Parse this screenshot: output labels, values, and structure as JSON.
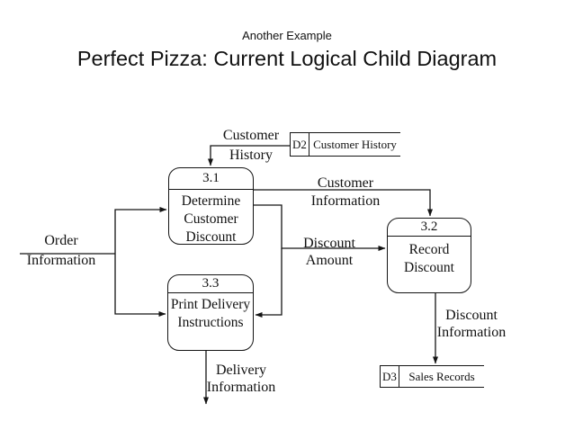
{
  "header": {
    "subtitle": "Another Example",
    "title": "Perfect Pizza: Current Logical Child Diagram"
  },
  "diagram": {
    "colors": {
      "line": "#141414",
      "text": "#111111",
      "background": "#ffffff"
    },
    "processes": [
      {
        "number": "3.1",
        "name_lines": [
          "Determine",
          "Customer",
          "Discount"
        ]
      },
      {
        "number": "3.2",
        "name_lines": [
          "Record",
          "Discount"
        ]
      },
      {
        "number": "3.3",
        "name_lines": [
          "Print",
          "Delivery",
          "Instructions"
        ]
      }
    ],
    "data_stores": [
      {
        "id": "D2",
        "label": "Customer History"
      },
      {
        "id": "D3",
        "label": "Sales Records"
      }
    ],
    "flows": [
      {
        "label_lines": [
          "Customer",
          "History"
        ],
        "from": "D2 Customer History",
        "to": "3.1 Determine Customer Discount"
      },
      {
        "label_lines": [
          "Order",
          "Information"
        ],
        "from": "off-page",
        "to": "3.1 Determine Customer Discount and 3.3 Print Delivery Instructions"
      },
      {
        "label_lines": [
          "Customer",
          "Information"
        ],
        "from": "3.1 Determine Customer Discount",
        "to": "3.2 Record Discount"
      },
      {
        "label_lines": [
          "Discount",
          "Amount"
        ],
        "from": "3.1 Determine Customer Discount",
        "to": "3.2 Record Discount and 3.3 Print Delivery Instructions"
      },
      {
        "label_lines": [
          "Discount",
          "Information"
        ],
        "from": "3.2 Record Discount",
        "to": "D3 Sales Records"
      },
      {
        "label_lines": [
          "Delivery",
          "Information"
        ],
        "from": "3.3 Print Delivery Instructions",
        "to": "off-page"
      }
    ]
  }
}
